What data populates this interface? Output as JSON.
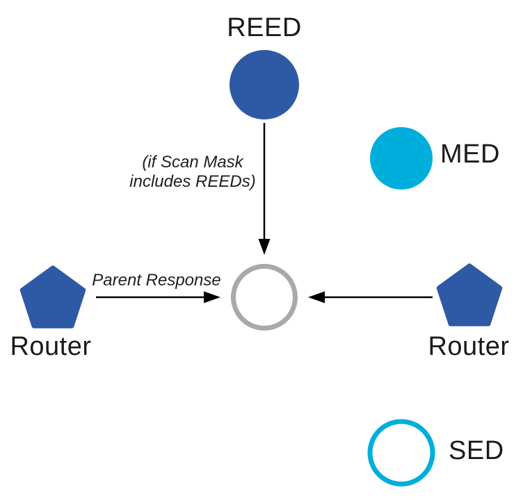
{
  "colors": {
    "node_blue": "#2E59A4",
    "node_cyan": "#00AEDC",
    "joiner_gray": "#A9A9A9",
    "arrow_black": "#000000"
  },
  "nodes": {
    "reed": {
      "label": "REED"
    },
    "med": {
      "label": "MED"
    },
    "sed": {
      "label": "SED"
    },
    "router_left": {
      "label": "Router"
    },
    "router_right": {
      "label": "Router"
    }
  },
  "annotations": {
    "scan_mask_line1": "(if Scan Mask",
    "scan_mask_line2": "includes REEDs)",
    "parent_response": "Parent Response"
  }
}
